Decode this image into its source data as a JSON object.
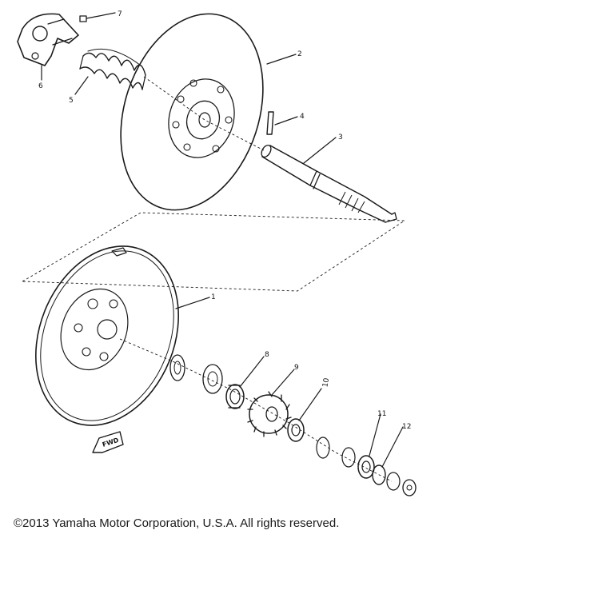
{
  "callouts": [
    {
      "id": "1",
      "label": "1"
    },
    {
      "id": "2",
      "label": "2"
    },
    {
      "id": "3",
      "label": "3"
    },
    {
      "id": "4",
      "label": "4"
    },
    {
      "id": "5",
      "label": "5"
    },
    {
      "id": "6",
      "label": "6"
    },
    {
      "id": "7",
      "label": "7"
    },
    {
      "id": "8",
      "label": "8"
    },
    {
      "id": "9",
      "label": "9"
    },
    {
      "id": "10",
      "label": "10"
    },
    {
      "id": "11",
      "label": "11"
    },
    {
      "id": "12",
      "label": "12"
    }
  ],
  "fwd_label": "FWD",
  "copyright": "©2013 Yamaha Motor Corporation, U.S.A. All rights reserved."
}
